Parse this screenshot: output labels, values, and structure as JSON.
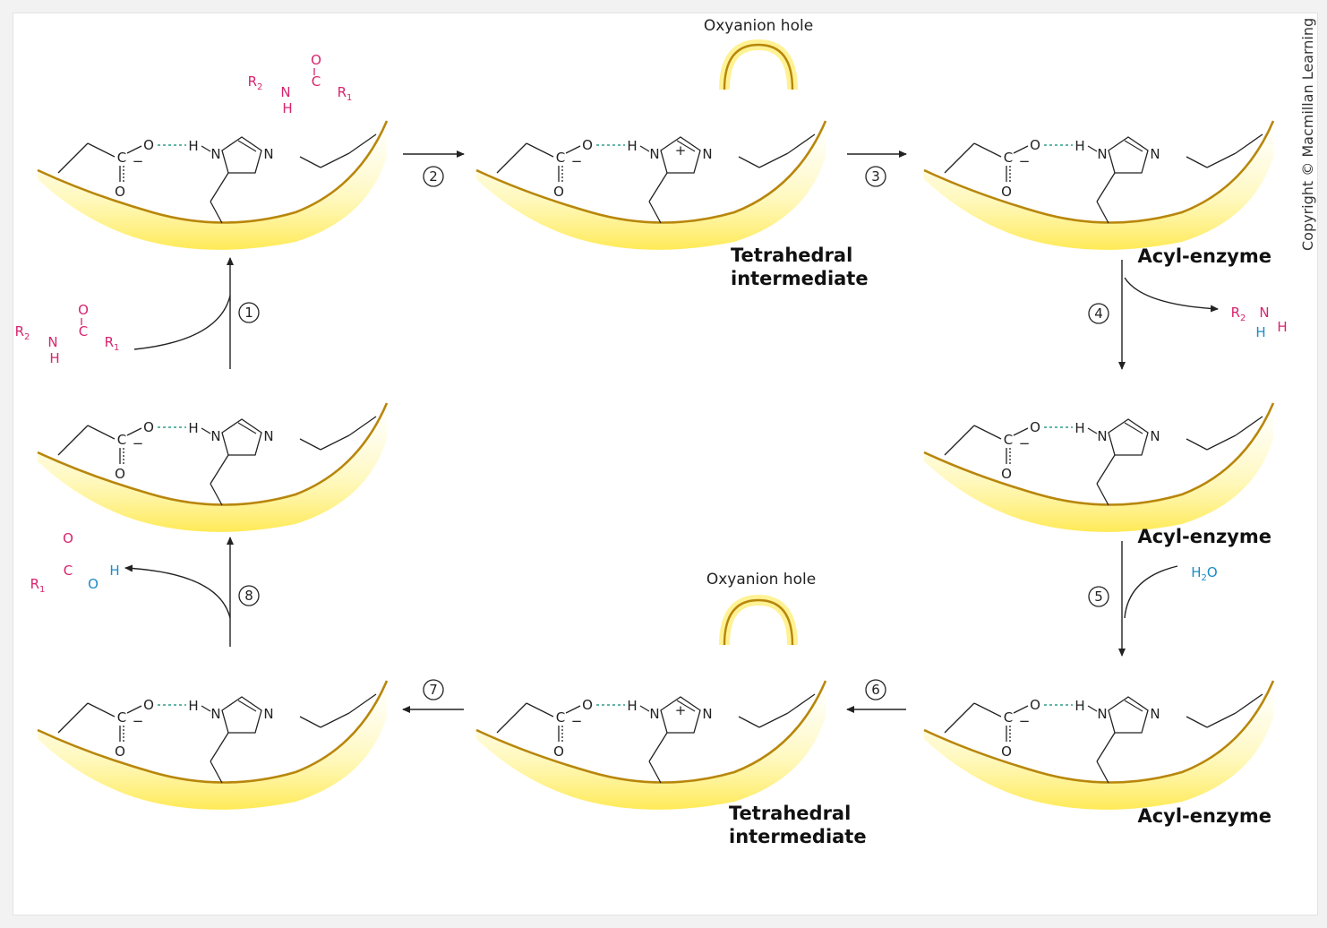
{
  "labels": {
    "oxyanion_hole": "Oxyanion hole",
    "tetrahedral_line1": "Tetrahedral",
    "tetrahedral_line2": "intermediate",
    "acyl_enzyme": "Acyl-enzyme",
    "copyright": "Copyright © Macmillan Learning",
    "plus": "+",
    "minus": "−"
  },
  "atoms": {
    "O": "O",
    "C": "C",
    "N": "N",
    "H": "H",
    "R1": "R",
    "R2": "R",
    "sub1": "1",
    "sub2": "2",
    "water": "H",
    "water_sub": "2",
    "water_o": "O"
  },
  "steps": [
    "1",
    "2",
    "3",
    "4",
    "5",
    "6",
    "7",
    "8"
  ],
  "colors": {
    "substrate": "#d6246e",
    "water": "#1a8cc7",
    "hbond": "#2e9e8a",
    "pocket_line": "#b8860b",
    "pocket_glow": "#fff176"
  }
}
